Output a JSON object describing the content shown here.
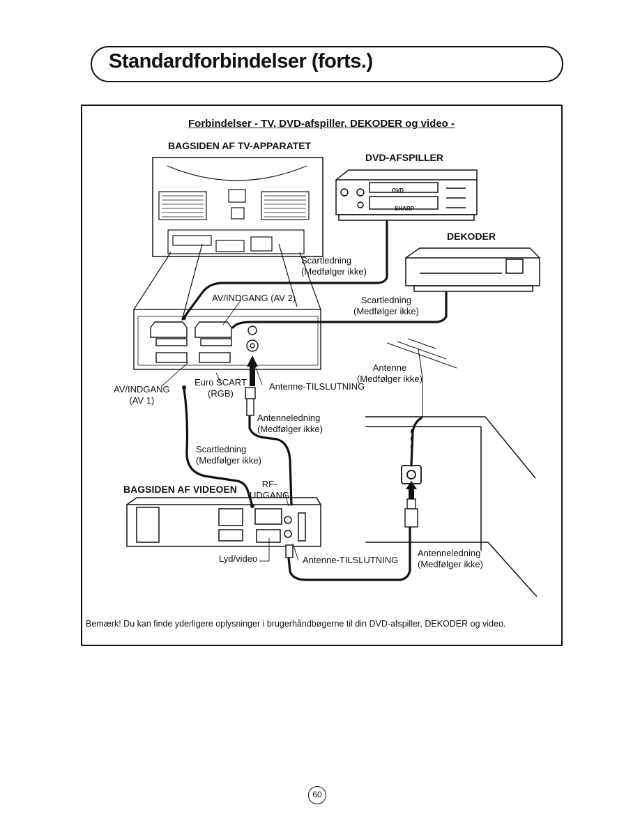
{
  "page": {
    "title": "Standardforbindelser (forts.)",
    "subtitle": "Forbindelser - TV, DVD-afspiller, DEKODER og video -",
    "page_number": "60"
  },
  "headings": {
    "tv_back": "BAGSIDEN AF TV-APPARATET",
    "dvd": "DVD-AFSPILLER",
    "decoder": "DEKODER",
    "vcr_back": "BAGSIDEN AF VIDEOEN"
  },
  "labels": {
    "scart1_a": "Scartledning",
    "scart1_b": "(Medfølger ikke)",
    "scart2_a": "Scartledning",
    "scart2_b": "(Medfølger ikke)",
    "av2": "AV/INDGANG (AV 2)",
    "antenna_a": "Antenne",
    "antenna_b": "(Medfølger ikke)",
    "euro_a": "Euro SCART",
    "euro_b": "(RGB)",
    "ant_conn_tv": "Antenne-TILSLUTNING",
    "av1_a": "AV/INDGANG",
    "av1_b": "(AV 1)",
    "ant_cable1_a": "Antenneledning",
    "ant_cable1_b": "(Medfølger ikke)",
    "scart3_a": "Scartledning",
    "scart3_b": "(Medfølger ikke)",
    "rf_a": "RF-",
    "rf_b": "UDGANG",
    "lyd_video": "Lyd/video",
    "ant_conn_vcr": "Antenne-TILSLUTNING",
    "ant_cable2_a": "Antenneledning",
    "ant_cable2_b": "(Medfølger ikke)",
    "dvd_brand": "SHARP",
    "dvd_logo": "DVD"
  },
  "note": "Bemærk! Du kan finde yderligere oplysninger i brugerhåndbøgerne til din DVD-afspiller, DEKODER og video."
}
